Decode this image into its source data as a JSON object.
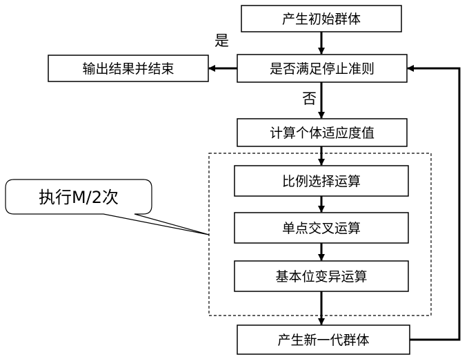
{
  "diagram": {
    "nodes": {
      "init": "产生初始群体",
      "output": "输出结果并结束",
      "check": "是否满足停止准则",
      "fitness": "计算个体适应度值",
      "selection": "比例选择运算",
      "crossover": "单点交叉运算",
      "mutation": "基本位变异运算",
      "new_gen": "产生新一代群体"
    },
    "labels": {
      "yes": "是",
      "no": "否"
    },
    "callout": "执行M/2次",
    "colors": {
      "line": "#000000",
      "box_fill": "#ffffff"
    }
  }
}
